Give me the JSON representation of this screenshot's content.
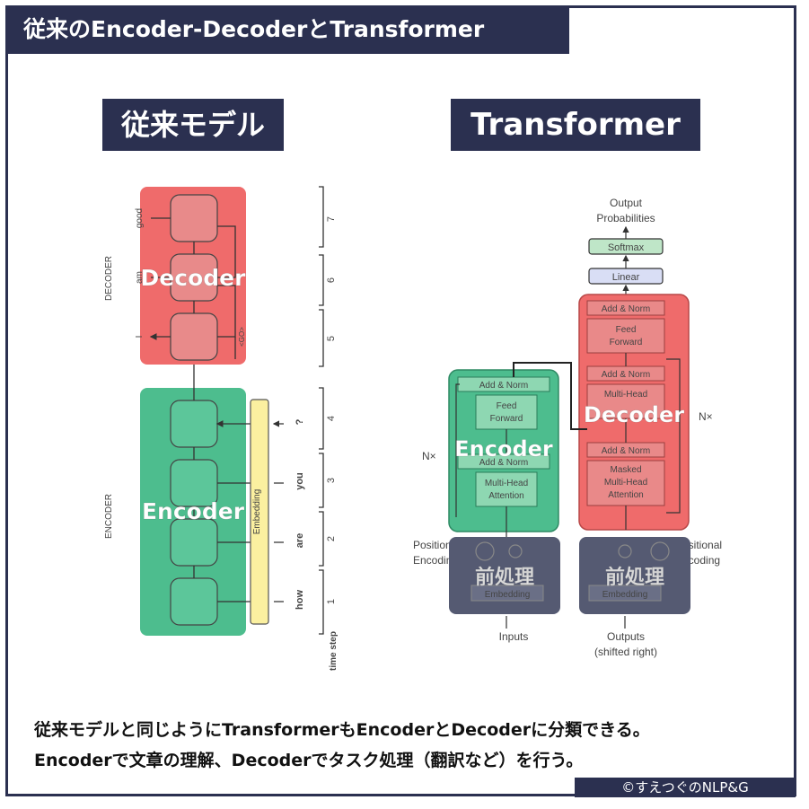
{
  "title": "従来のEncoder-DecoderとTransformer",
  "left_heading": "従来モデル",
  "right_heading": "Transformer",
  "legacy": {
    "overlay_decoder": "Decoder",
    "overlay_encoder": "Encoder",
    "decoder_side_label": "DECODER",
    "encoder_side_label": "ENCODER",
    "output_words": [
      "good",
      "am",
      "I"
    ],
    "go_token": "<GO>",
    "embedding_label": "Embedding",
    "input_words": [
      "how",
      "are",
      "you",
      "?"
    ],
    "time_steps": [
      "1",
      "2",
      "3",
      "4",
      "5",
      "6",
      "7"
    ],
    "time_step_label": "time step"
  },
  "transformer": {
    "output_probabilities": [
      "Output",
      "Probabilities"
    ],
    "softmax": "Softmax",
    "linear": "Linear",
    "add_norm": "Add & Norm",
    "feed_forward": [
      "Feed",
      "Forward"
    ],
    "multi_head": [
      "Multi-Head",
      "Attention"
    ],
    "masked_multi_head": [
      "Masked",
      "Multi-Head",
      "Attention"
    ],
    "nx": "N×",
    "positional_encoding": [
      "Positional",
      "Encoding"
    ],
    "embedding": "Embedding",
    "preprocess": "前処理",
    "overlay_encoder": "Encoder",
    "overlay_decoder": "Decoder",
    "inputs": "Inputs",
    "outputs": [
      "Outputs",
      "(shifted right)"
    ]
  },
  "caption": [
    "従来モデルと同じようにTransformerもEncoderとDecoderに分類できる。",
    "Encoderで文章の理解、Decoderでタスク処理（翻訳など）を行う。"
  ],
  "copyright": "©すえつぐのNLP&G",
  "colors": {
    "navy": "#2b3050",
    "decoder_red": "#ef6b6b",
    "encoder_green": "#4dbd8e",
    "preprocess_gray": "#555a72",
    "embedding_yellow": "#fbf0a0"
  }
}
